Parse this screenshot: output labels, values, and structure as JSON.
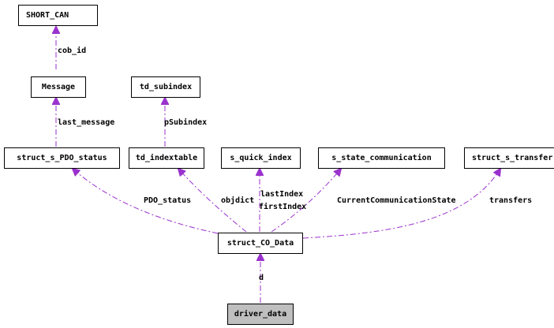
{
  "diagram": {
    "edge_color": "#9a32cd",
    "highlight_fill": "#bfbfbf",
    "nodes": {
      "short_can": "SHORT_CAN",
      "message": "Message",
      "td_subindex": "td_subindex",
      "pdo_status": "struct_s_PDO_status",
      "indextable": "td_indextable",
      "quick_index": "s_quick_index",
      "state_comm": "s_state_communication",
      "transfer": "struct_s_transfer",
      "co_data": "struct_CO_Data",
      "driver_data": "driver_data"
    },
    "edge_labels": {
      "cob_id": "cob_id",
      "last_message": "last_message",
      "psubindex": "pSubindex",
      "pdo_status": "PDO_status",
      "objdict": "objdict",
      "last_index": "lastIndex",
      "first_index": "firstIndex",
      "current_comm_state": "CurrentCommunicationState",
      "transfers": "transfers",
      "d": "d"
    }
  }
}
